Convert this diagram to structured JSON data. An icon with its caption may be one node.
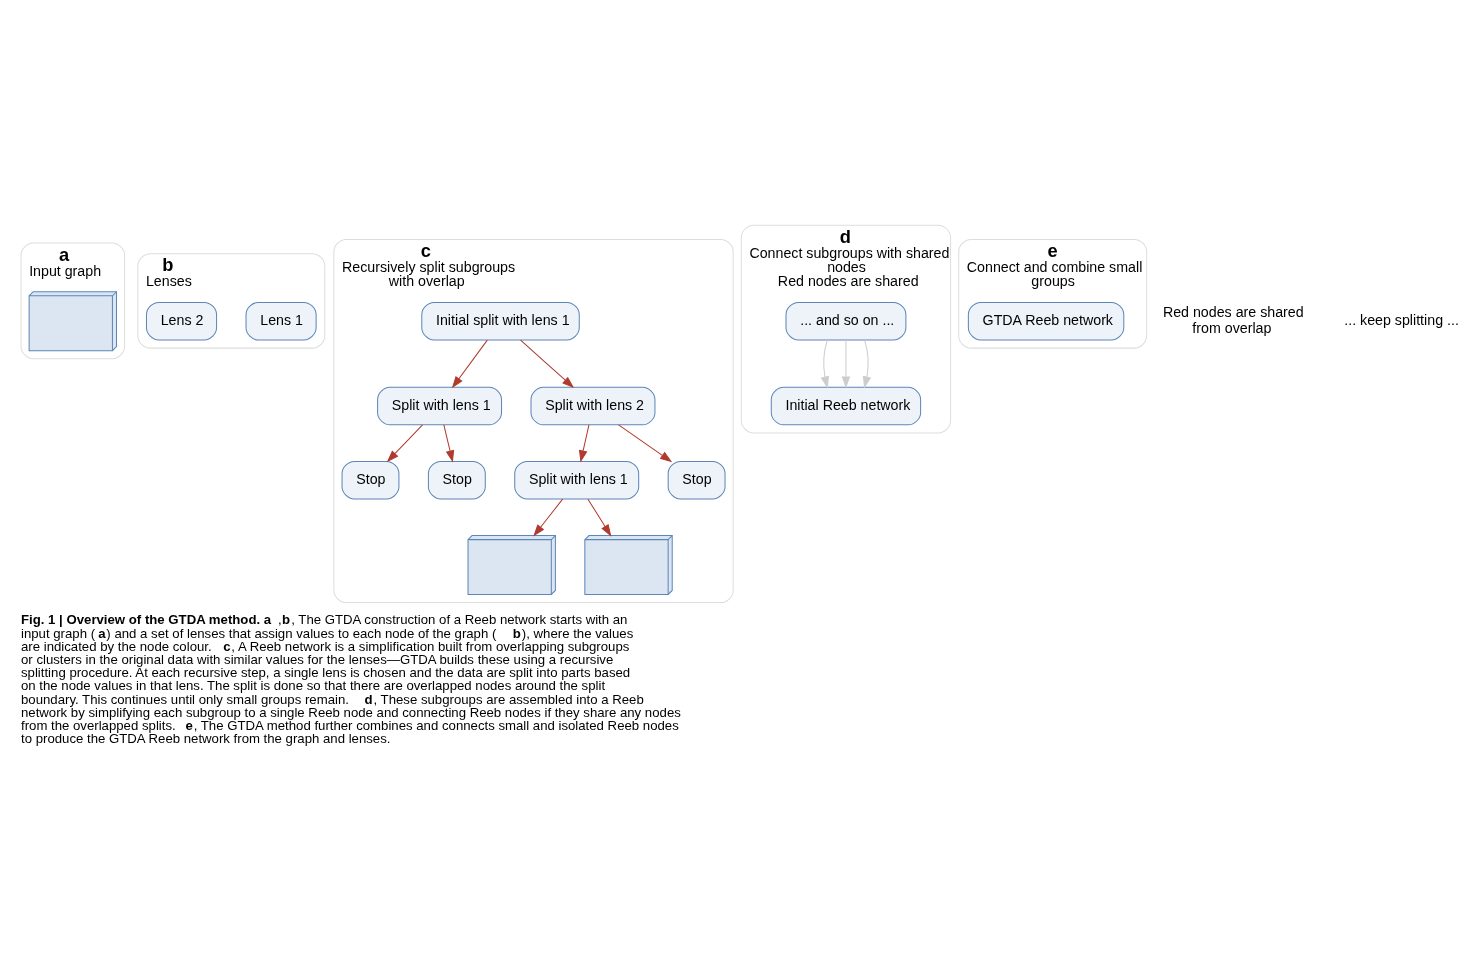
{
  "diagram": {
    "caption": "**Fig. 1 | Overview of the GTDA method. a**,**b**, The GTDA construction of a Reeb network starts with an input graph (**a**) and a set of lenses that assign values to each node of the graph (**b**), where the values are indicated by the node colour. **c**, A Reeb network is a simplification built from overlapping subgroups or clusters in the original data with similar values for the lenses—GTDA builds these using a recursive splitting procedure. At each recursive step, a single lens is chosen and the data are split into parts based on the node values in that lens. The split is done so that there are overlapped nodes around the split boundary. This continues until only small groups remain. **d**, These subgroups are assembled into a Reeb network by simplifying each subgroup to a single Reeb node and connecting Reeb nodes if they share any nodes from the overlapped splits. **e**, The GTDA method further combines and connects small and isolated Reeb nodes to produce the GTDA Reeb network from the graph and lenses.",
    "nodes": [
      {
        "text": [
          "a",
          "Input graph"
        ]
      },
      {
        "text": [],
        "shape": "picture",
        "in": 0
      },
      {
        "text": [
          "b",
          "Lenses"
        ]
      },
      {
        "text": [
          "Lens 1"
        ],
        "in": 2
      },
      {
        "text": [
          "Lens 2"
        ],
        "in": 2
      },
      {
        "text": [
          "c",
          "Recursively split subgroups with overlap"
        ]
      },
      {
        "text": [
          "Initial split with lens 1"
        ],
        "in": 5
      },
      {
        "text": [
          "Split with lens 1"
        ],
        "in": 5
      },
      {
        "text": [
          "Split with lens 2"
        ],
        "in": 5
      },
      {
        "text": [
          "Stop"
        ],
        "in": 5
      },
      {
        "text": [
          "Stop"
        ],
        "in": 5
      },
      {
        "text": [
          "Split with lens 1"
        ],
        "in": 5
      },
      {
        "text": [
          "Stop"
        ],
        "in": 5
      },
      {
        "text": [],
        "shape": "picture",
        "in": 5
      },
      {
        "text": [],
        "shape": "picture",
        "in": 5
      },
      {
        "text": [
          "d",
          "Connect subgroups with shared nodes",
          "Red nodes are shared"
        ]
      },
      {
        "text": [
          "... and so on ..."
        ],
        "in": 15
      },
      {
        "text": [
          "Initial Reeb network"
        ],
        "in": 15
      },
      {
        "text": [
          "e",
          "Connect and combine small groups"
        ]
      },
      {
        "text": [
          "GTDA Reeb network"
        ],
        "in": 18
      }
    ],
    "edges": [
      {
        "from": 6,
        "to": 7,
        "arrow": "to"
      },
      {
        "from": 6,
        "to": 8,
        "arrow": "to"
      },
      {
        "from": 7,
        "to": 9,
        "arrow": "to"
      },
      {
        "from": 7,
        "to": 10,
        "arrow": "to"
      },
      {
        "from": 8,
        "to": 11,
        "arrow": "to"
      },
      {
        "from": 8,
        "to": 12,
        "arrow": "to"
      },
      {
        "from": 11,
        "to": 13,
        "arrow": "to"
      },
      {
        "from": 11,
        "to": 14,
        "arrow": "to"
      },
      {
        "from": 16,
        "to": 17,
        "arrow": "to",
        "color": "#cccccc"
      },
      {
        "from": 16,
        "to": 17,
        "arrow": "to",
        "color": "#cccccc"
      },
      {
        "from": 16,
        "to": 17,
        "arrow": "to",
        "color": "#cccccc"
      }
    ],
    "labels": [
      "Red nodes are shared from overlap",
      "... keep splitting ..."
    ]
  }
}
